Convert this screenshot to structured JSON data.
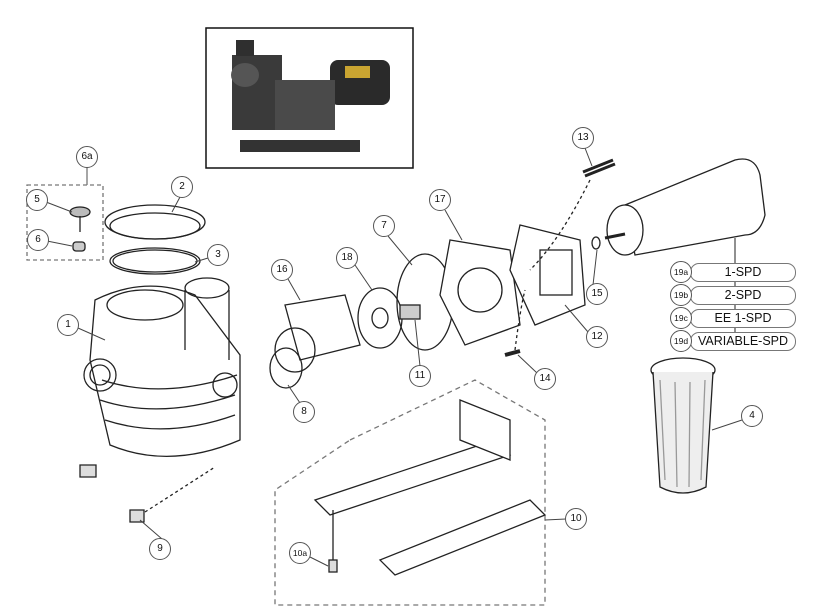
{
  "title": "Pool pump exploded parts diagram",
  "callouts": {
    "c1": "1",
    "c2": "2",
    "c3": "3",
    "c4": "4",
    "c5": "5",
    "c6": "6",
    "c6a": "6a",
    "c7": "7",
    "c8": "8",
    "c9": "9",
    "c10": "10",
    "c10a": "10a",
    "c11": "11",
    "c12": "12",
    "c13": "13",
    "c14": "14",
    "c15": "15",
    "c16": "16",
    "c17": "17",
    "c18": "18",
    "c19a": "19a",
    "c19b": "19b",
    "c19c": "19c",
    "c19d": "19d"
  },
  "motor_options": [
    "1-SPD",
    "2-SPD",
    "EE 1-SPD",
    "VARIABLE-SPD"
  ]
}
